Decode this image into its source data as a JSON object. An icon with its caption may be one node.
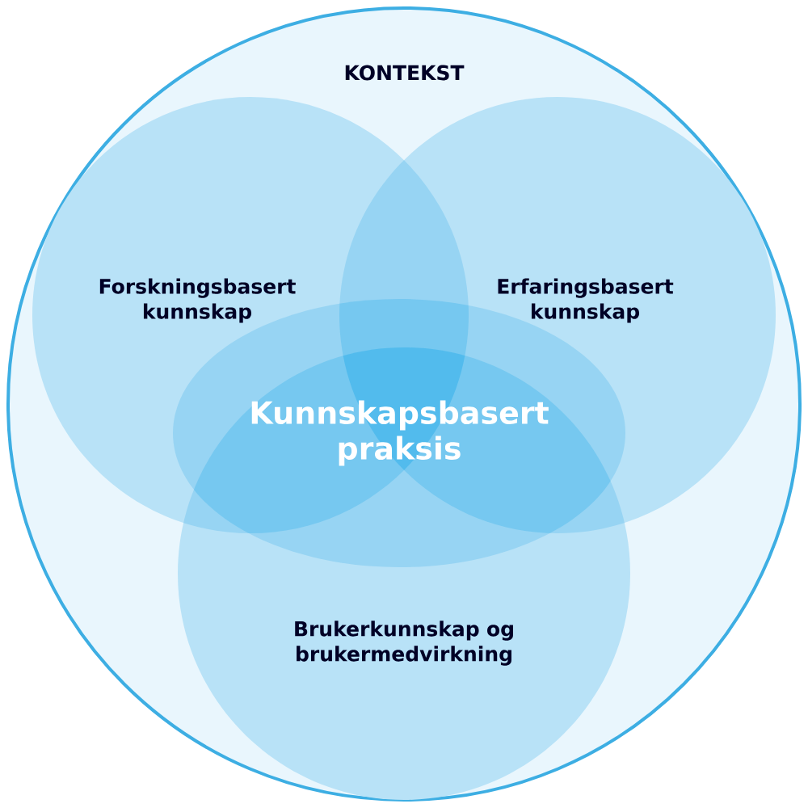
{
  "diagram": {
    "nodes": [
      {
        "text": [
          "KONTEKST"
        ]
      },
      {
        "text": [
          "Forskningsbasert kunnskap"
        ],
        "in": 0
      },
      {
        "text": [
          "Erfaringsbasert kunnskap"
        ],
        "in": 0
      },
      {
        "text": [
          "Brukerkunnskap og brukermedvirkning"
        ],
        "in": 0
      },
      {
        "text": [
          "Kunnskapsbasert praksis"
        ],
        "in": 0
      }
    ]
  }
}
